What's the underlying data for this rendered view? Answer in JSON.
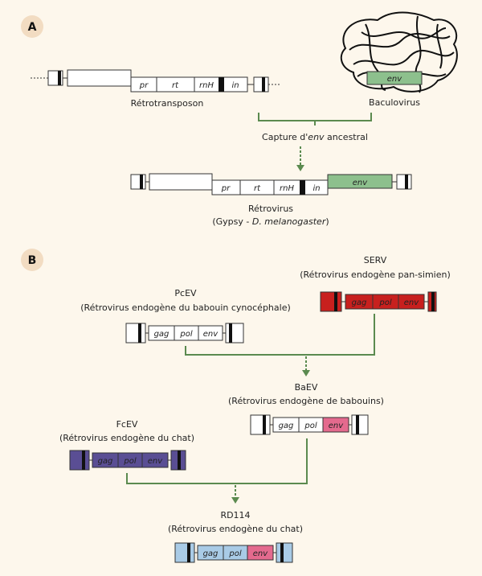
{
  "panel_a": {
    "letter": "A",
    "retrotransposon": {
      "label": "Rétrotransposon",
      "genes": [
        "pr",
        "rt",
        "rnH",
        "in"
      ]
    },
    "baculovirus": {
      "label": "Baculovirus",
      "gene": "env"
    },
    "capture": {
      "label_pre": "Capture d'",
      "label_italic": "env",
      "label_post": " ancestral"
    },
    "retrovirus": {
      "label": "Rétrovirus",
      "sublabel_pre": "(Gypsy - ",
      "sublabel_italic": "D. melanogaster",
      "sublabel_post": ")",
      "genes": [
        "pr",
        "rt",
        "rnH",
        "in",
        "env"
      ]
    }
  },
  "panel_b": {
    "letter": "B",
    "serv": {
      "name": "SERV",
      "desc": "(Rétrovirus endogène pan-simien)"
    },
    "pcev": {
      "name": "PcEV",
      "desc": "(Rétrovirus endogène du babouin cynocéphale)"
    },
    "baev": {
      "name": "BaEV",
      "desc": "(Rétrovirus endogène de babouins)"
    },
    "fcev": {
      "name": "FcEV",
      "desc": "(Rétrovirus endogène du chat)"
    },
    "rd114": {
      "name": "RD114",
      "desc": "(Rétrovirus endogène du chat)"
    },
    "genes": [
      "gag",
      "pol",
      "env"
    ]
  },
  "colors": {
    "env_green": "#8dc08d",
    "arrow_green": "#5b8a4f",
    "serv_red": "#c8201e",
    "fcev_purple": "#5a4e94",
    "rd114_blue": "#a9cbe6",
    "env_pink": "#e46a8e"
  }
}
